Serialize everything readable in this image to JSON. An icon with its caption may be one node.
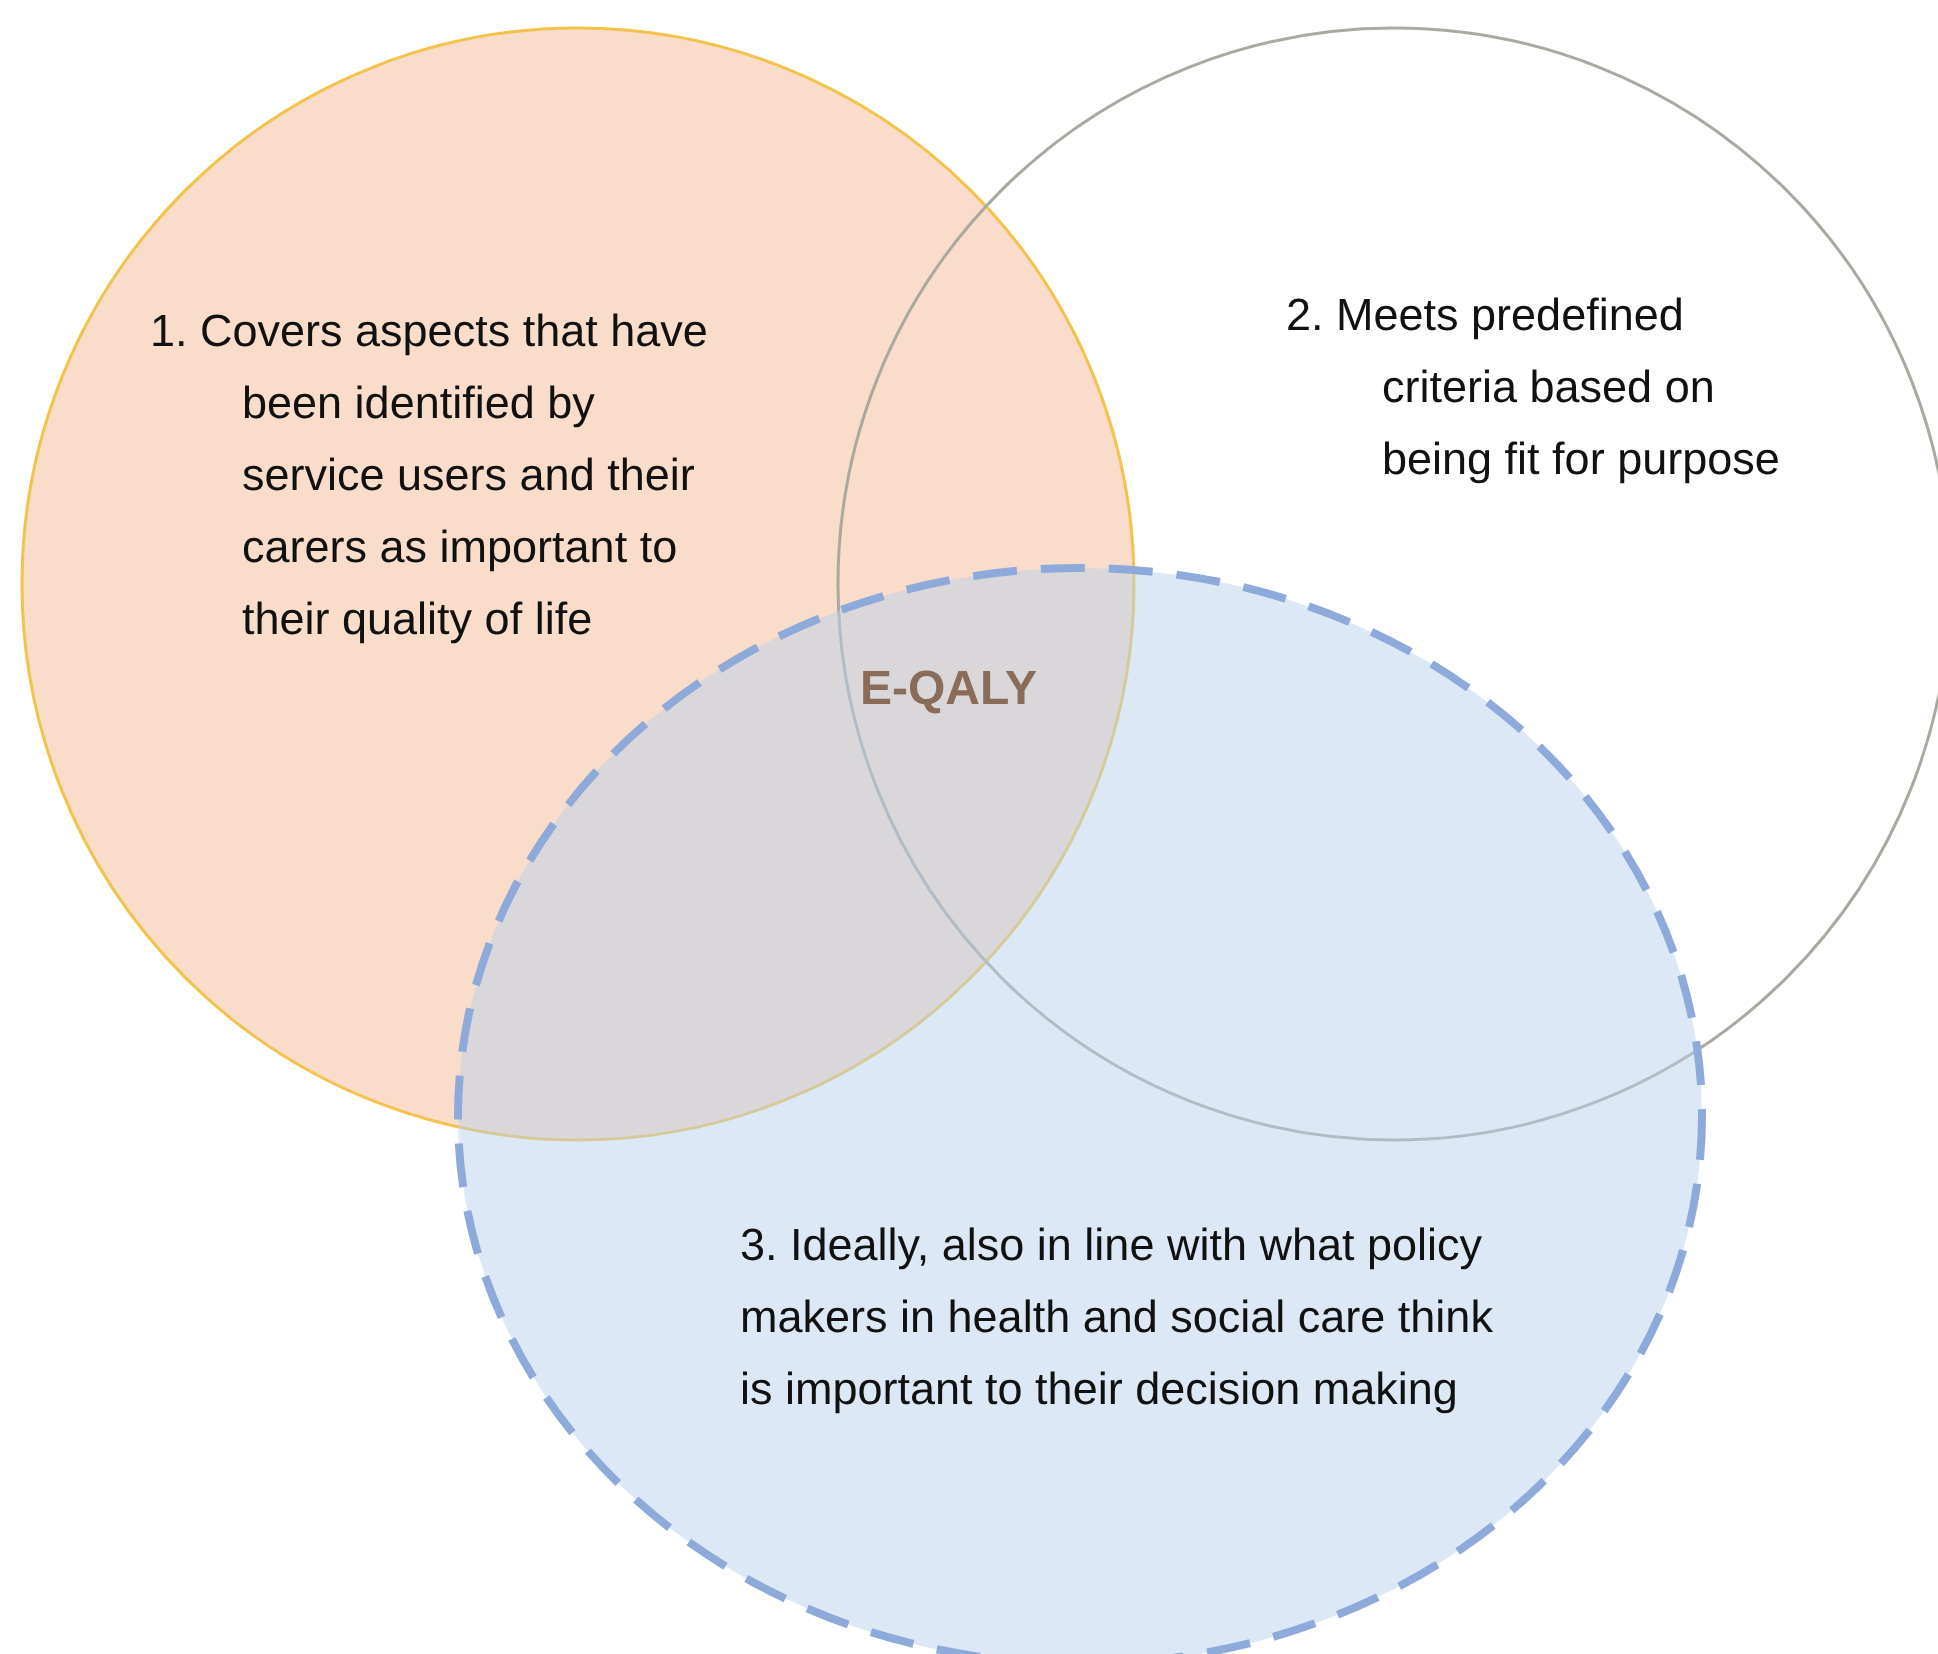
{
  "diagram": {
    "nodes": [
      {
        "text": [
          "1. Covers aspects that have been identified by service users and their carers as important to their quality of life"
        ]
      },
      {
        "text": [
          "2. Meets predefined criteria based on being fit for purpose"
        ]
      },
      {
        "text": [
          "3. Ideally, also in line with what policy makers in health and social care think is important to their decision making"
        ]
      }
    ],
    "labels": [
      "E-QALY"
    ]
  }
}
